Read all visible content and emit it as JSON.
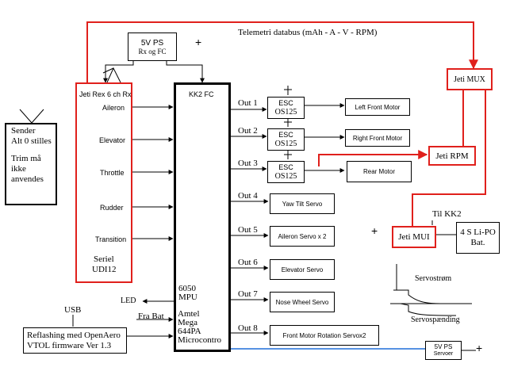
{
  "telemetry_label": "Telemetri databus (mAh - A - V - RPM)",
  "ps_rx": {
    "line1": "5V PS",
    "line2": "Rx og FC"
  },
  "receiver": {
    "title": "Jeti Rex 6 ch Rx",
    "channels": [
      "Aileron",
      "Elevator",
      "Throttle",
      "Rudder",
      "Transition"
    ],
    "serial_line1": "Seriel",
    "serial_line2": "UDI12"
  },
  "sender": {
    "line1": "Sender",
    "line2": "Alt 0 stilles",
    "line3": "Trim må",
    "line4": "ikke",
    "line5": "anvendes"
  },
  "fc": {
    "title": "KK2 FC",
    "mpu_line1": "6050",
    "mpu_line2": "MPU",
    "mcu_line1": "Amtel",
    "mcu_line2": "Mega",
    "mcu_line3": "644PA",
    "mcu_line4": "Microcontro"
  },
  "outputs": [
    "Out 1",
    "Out 2",
    "Out 3",
    "Out 4",
    "Out 5",
    "Out 6",
    "Out 7",
    "Out 8"
  ],
  "escs": [
    {
      "line1": "ESC",
      "line2": "OS125"
    },
    {
      "line1": "ESC",
      "line2": "OS125"
    },
    {
      "line1": "ESC",
      "line2": "OS125"
    }
  ],
  "motors": [
    "Left Front Motor",
    "Right Front Motor",
    "Rear Motor"
  ],
  "servos": [
    "Yaw Tilt Servo",
    "Aileron Servo x 2",
    "Elevator Servo",
    "Nose Wheel Servo",
    "Front Motor Rotation Servox2"
  ],
  "jeti_mux": "Jeti MUX",
  "jeti_rpm": "Jeti RPM",
  "jeti_mui": "Jeti MUI",
  "til_kk2": "Til KK2",
  "battery": {
    "line1": "4 S Li-PO",
    "line2": "Bat."
  },
  "plus": "+",
  "servo_current": "Servostrøm",
  "servo_voltage": "Servospænding",
  "led": "LED",
  "fra_bat": "Fra Bat",
  "usb": "USB",
  "reflash": {
    "line1": "Reflashing med OpenAero",
    "line2": "VTOL firmware Ver 1.3"
  },
  "ps_servo": {
    "line1": "5V PS",
    "line2": "Servoer"
  },
  "colors": {
    "red_line": "#e0201c",
    "blue_line": "#1e6fd9",
    "black": "#000000"
  }
}
